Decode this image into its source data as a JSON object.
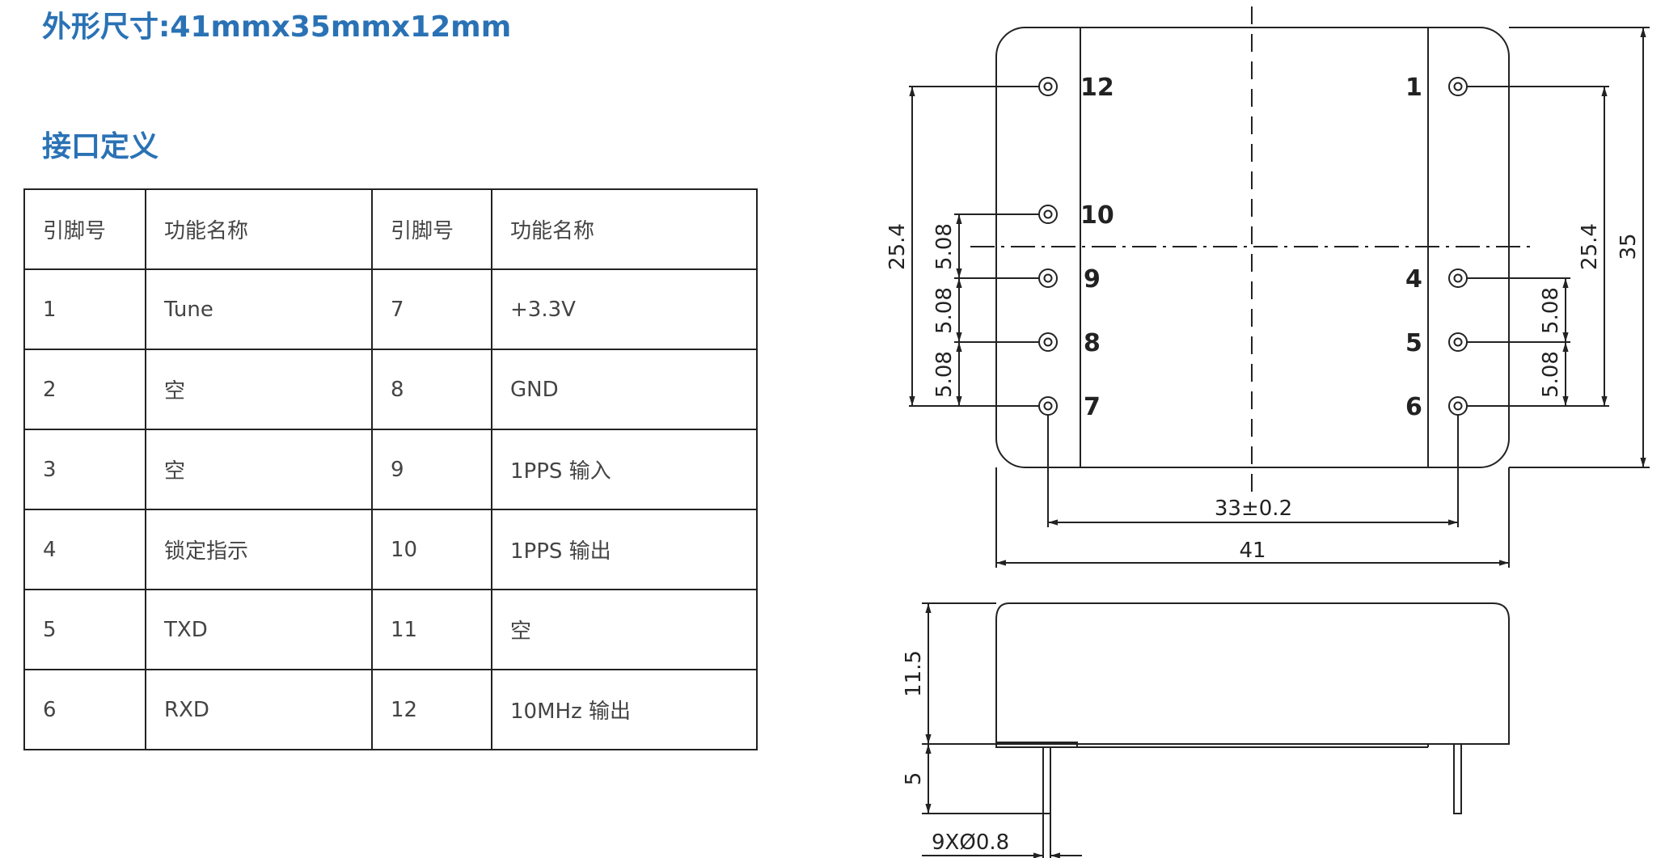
{
  "headings": {
    "dimensions": "外形尺寸:41mmx35mmx12mm",
    "pin_definition": "接口定义"
  },
  "table": {
    "headers": [
      "引脚号",
      "功能名称",
      "引脚号",
      "功能名称"
    ],
    "rows": [
      [
        "1",
        "Tune",
        "7",
        "+3.3V"
      ],
      [
        "2",
        "空",
        "8",
        "GND"
      ],
      [
        "3",
        "空",
        "9",
        "1PPS 输入"
      ],
      [
        "4",
        "锁定指示",
        "10",
        "1PPS 输出"
      ],
      [
        "5",
        "TXD",
        "11",
        "空"
      ],
      [
        "6",
        "RXD",
        "12",
        "10MHz 输出"
      ]
    ]
  },
  "drawing": {
    "pin_labels": {
      "p12": "12",
      "p10": "10",
      "p9": "9",
      "p8": "8",
      "p7": "7",
      "p1": "1",
      "p4": "4",
      "p5": "5",
      "p6": "6"
    },
    "dims": {
      "left_span": "25.4",
      "left_pitch_1": "5.08",
      "left_pitch_2": "5.08",
      "left_pitch_3": "5.08",
      "right_span": "25.4",
      "height": "35",
      "right_pitch_1": "5.08",
      "right_pitch_2": "5.08",
      "pin_span": "33±0.2",
      "width": "41",
      "body_height": "11.5",
      "pin_length": "5",
      "pin_dia": "9XØ0.8"
    },
    "colors": {
      "heading": "#2a72b5",
      "line": "#222222"
    }
  }
}
